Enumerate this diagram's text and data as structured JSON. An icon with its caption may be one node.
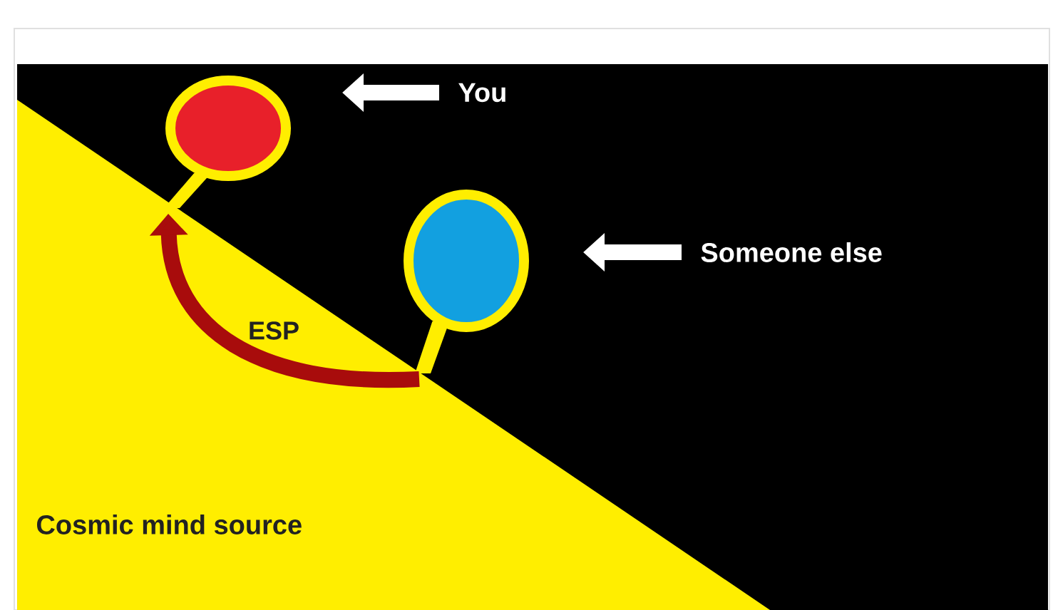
{
  "diagram": {
    "nodes": [
      {
        "text": [
          "You"
        ]
      },
      {
        "text": [],
        "shape": "circle"
      },
      {
        "text": [
          "Someone else"
        ]
      },
      {
        "text": [],
        "shape": "circle"
      },
      {
        "text": [
          "Cosmic mind source"
        ]
      }
    ],
    "edges": [
      {
        "from": 0,
        "to": 1,
        "arrow": "to"
      },
      {
        "from": 2,
        "to": 3,
        "arrow": "to"
      },
      {
        "from": 3,
        "to": 1,
        "arrow": "to",
        "label": "ESP",
        "color": "#a80c0c"
      }
    ]
  }
}
